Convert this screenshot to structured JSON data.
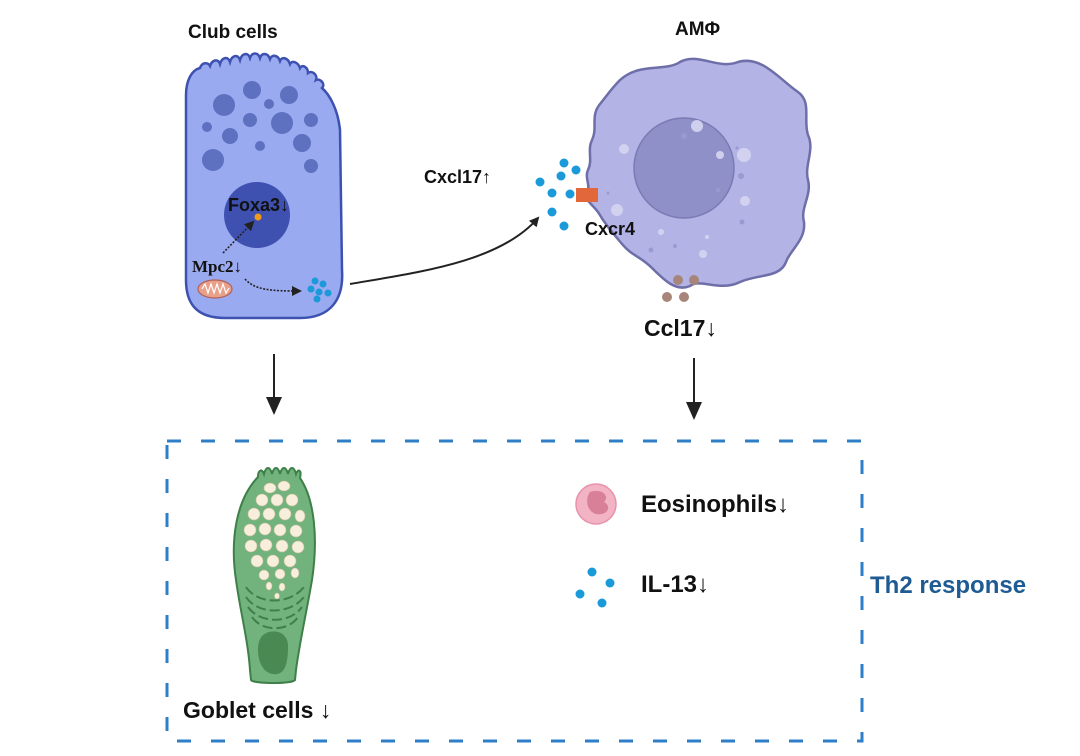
{
  "diagram": {
    "type": "biological-pathway-schematic",
    "colors": {
      "club_cell_fill": "#9aaaf0",
      "club_cell_stroke": "#3d52b0",
      "club_nucleus": "#3f51b0",
      "club_granules": "#5e70c0",
      "macrophage_fill": "#b3b3e6",
      "macrophage_stroke": "#6e6ea8",
      "macrophage_nucleus": "#9090c8",
      "chemokine_dot": "#1a9ad8",
      "receptor": "#e2673a",
      "ccl17_dot": "#a8857a",
      "goblet_fill": "#72b27c",
      "goblet_stroke": "#3f7f49",
      "goblet_granule": "#f7efdc",
      "eosinophil": "#eb9bb2",
      "dashed_box": "#2f7fc8",
      "th2_text": "#1e5a94",
      "arrow": "#222222"
    },
    "nodes": {
      "club_cells": {
        "label": "Club cells"
      },
      "foxa3": {
        "label": "Foxa3",
        "trend": "↓"
      },
      "mpc2": {
        "label": "Mpc2",
        "trend": "↓"
      },
      "cxcl17": {
        "label": "Cxcl17",
        "trend": "↑"
      },
      "cxcr4": {
        "label": "Cxcr4"
      },
      "macrophage": {
        "label": "AMΦ"
      },
      "ccl17": {
        "label": "Ccl17",
        "trend": "↓"
      },
      "goblet_cells": {
        "label": "Goblet cells",
        "trend": "↓"
      },
      "eosinophils": {
        "label": "Eosinophils",
        "trend": "↓"
      },
      "il13": {
        "label": "IL-13",
        "trend": "↓"
      },
      "th2_response": {
        "label": "Th2 response"
      }
    },
    "edges": [
      {
        "from": "mpc2",
        "to": "foxa3",
        "style": "dotted"
      },
      {
        "from": "mpc2",
        "to": "cxcl17",
        "style": "dotted"
      },
      {
        "from": "club_cells",
        "to": "cxcl17",
        "style": "solid-curve"
      },
      {
        "from": "club_cells",
        "to": "goblet_cells",
        "style": "solid"
      },
      {
        "from": "ccl17",
        "to": "th2_response",
        "style": "solid"
      }
    ]
  }
}
